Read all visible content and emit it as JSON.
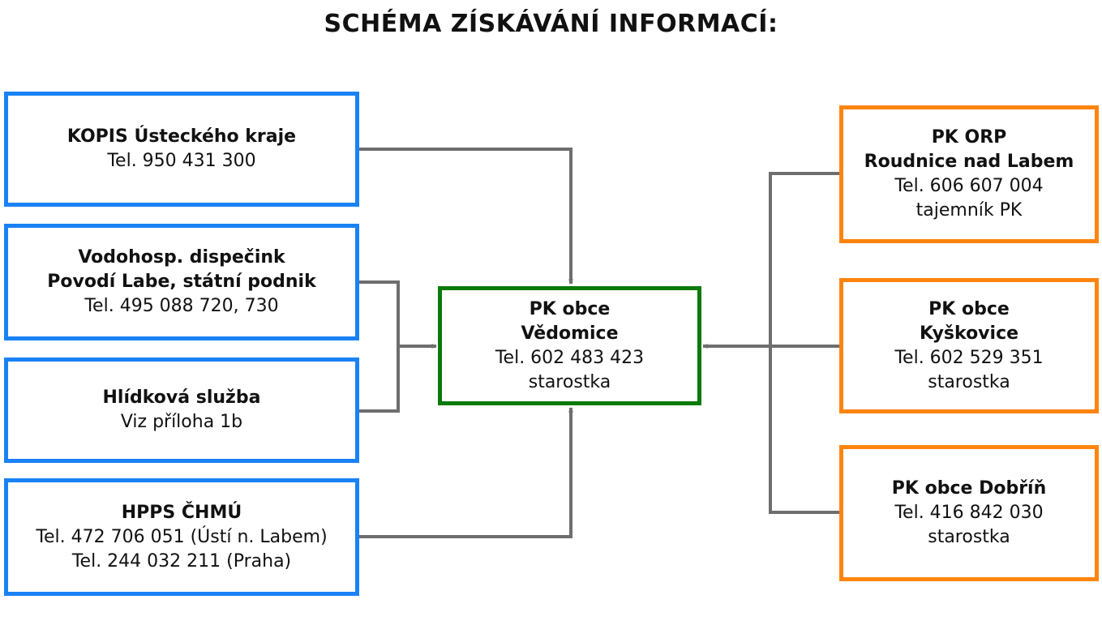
{
  "title": "SCHÉMA ZÍSKÁVÁNÍ INFORMACÍ:",
  "left_boxes": [
    {
      "lines_bold": [
        "KOPIS Ústeckého kraje"
      ],
      "lines": [
        "Tel. 950 431 300"
      ]
    },
    {
      "lines_bold": [
        "Vodohosp. dispečink",
        "Povodí Labe, státní podnik"
      ],
      "lines": [
        "Tel. 495 088 720, 730"
      ]
    },
    {
      "lines_bold": [
        "Hlídková služba"
      ],
      "lines": [
        "Viz příloha 1b"
      ]
    },
    {
      "lines_bold": [
        "HPPS ČHMÚ"
      ],
      "lines": [
        "Tel. 472 706 051 (Ústí n. Labem)",
        "Tel. 244 032 211 (Praha)"
      ]
    }
  ],
  "center_box": {
    "lines_bold": [
      "PK obce",
      "Vědomice"
    ],
    "lines": [
      "Tel. 602 483 423",
      "starostka"
    ]
  },
  "right_boxes": [
    {
      "lines_bold": [
        "PK ORP",
        "Roudnice nad Labem"
      ],
      "lines": [
        "Tel. 606 607 004",
        "tajemník PK"
      ]
    },
    {
      "lines_bold": [
        "PK obce",
        "Kyškovice"
      ],
      "lines": [
        "Tel. 602 529 351",
        "starostka"
      ]
    },
    {
      "lines_bold": [
        "PK obce Dobříň"
      ],
      "lines": [
        "Tel. 416 842 030",
        "starostka"
      ]
    }
  ],
  "colors": {
    "left_border": "#1a82f4",
    "center_border": "#0a7a0a",
    "right_border": "#ff8510",
    "connector": "#6e6e6e"
  }
}
